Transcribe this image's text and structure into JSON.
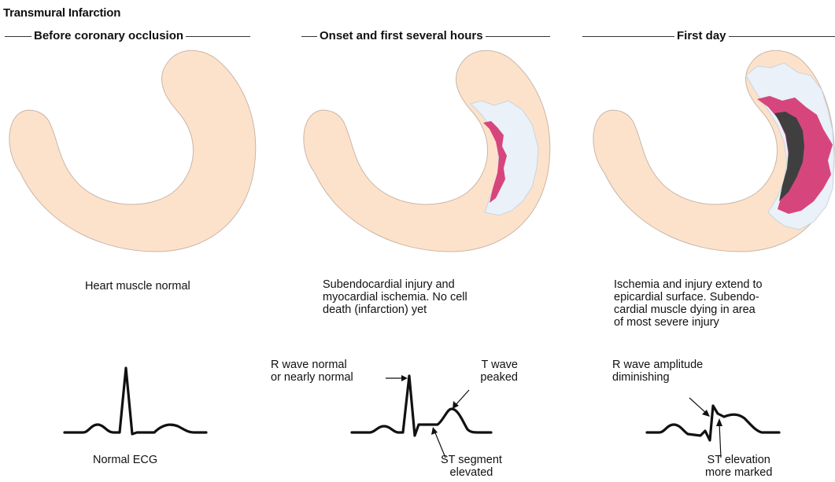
{
  "title": "Transmural Infarction",
  "stages": [
    {
      "heading": "Before coronary occlusion",
      "caption_lines": [
        "Heart muscle normal"
      ],
      "ecg_labels": {
        "bottom": "Normal ECG"
      }
    },
    {
      "heading": "Onset and first several hours",
      "caption_lines": [
        "Subendocardial injury and",
        "myocardial ischemia.  No cell",
        "death (infarction) yet"
      ],
      "ecg_labels": {
        "r_wave_1": "R wave normal",
        "r_wave_2": "or nearly normal",
        "t_wave_1": "T wave",
        "t_wave_2": "peaked",
        "st_1": "ST segment",
        "st_2": "elevated"
      }
    },
    {
      "heading": "First day",
      "caption_lines": [
        "Ischemia and injury extend to",
        "epicardial surface.  Subendo-",
        "cardial muscle dying in area",
        "of most severe injury"
      ],
      "ecg_labels": {
        "r_wave_1": "R wave amplitude",
        "r_wave_2": "diminishing",
        "st_1": "ST elevation",
        "st_2": "more marked"
      }
    }
  ],
  "colors": {
    "muscle": "#fde2cb",
    "muscle_outline": "#c8b6a8",
    "ischemia": "#eaf1f8",
    "injury": "#d6467c",
    "necrosis": "#3f3f3f",
    "ecg": "#111111"
  }
}
